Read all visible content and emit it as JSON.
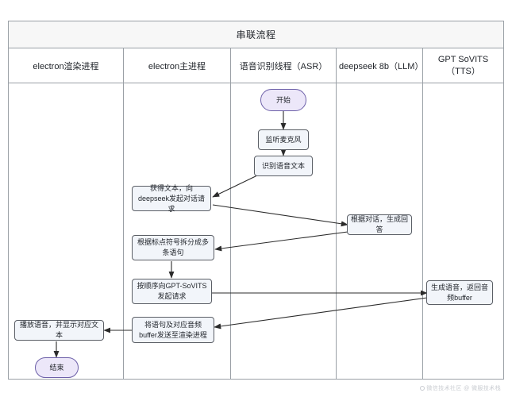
{
  "diagram": {
    "title": "串联流程",
    "lanes": [
      {
        "id": "renderer",
        "label": "electron渲染进程"
      },
      {
        "id": "main",
        "label": "electron主进程"
      },
      {
        "id": "asr",
        "label": "语音识别线程（ASR）"
      },
      {
        "id": "llm",
        "label": "deepseek 8b（LLM）"
      },
      {
        "id": "tts",
        "label": "GPT SoVITS（TTS）"
      }
    ],
    "nodes": [
      {
        "id": "start",
        "lane": "asr",
        "shape": "terminal",
        "label": "开始"
      },
      {
        "id": "listen_mic",
        "lane": "asr",
        "shape": "process",
        "label": "监听麦克风"
      },
      {
        "id": "recognize",
        "lane": "asr",
        "shape": "process",
        "label": "识别语音文本"
      },
      {
        "id": "get_text",
        "lane": "main",
        "shape": "process",
        "label": "获得文本，向deepseek发起对话请求"
      },
      {
        "id": "llm_answer",
        "lane": "llm",
        "shape": "process",
        "label": "根据对话，生成回答"
      },
      {
        "id": "split_punct",
        "lane": "main",
        "shape": "process",
        "label": "根据标点符号拆分成多条语句"
      },
      {
        "id": "req_sovits",
        "lane": "main",
        "shape": "process",
        "label": "按顺序向GPT-SoVITS发起请求"
      },
      {
        "id": "tts_buffer",
        "lane": "tts",
        "shape": "process",
        "label": "生成语音，返回音频buffer"
      },
      {
        "id": "send_render",
        "lane": "main",
        "shape": "process",
        "label": "将语句及对应音频buffer发送至渲染进程"
      },
      {
        "id": "play_audio",
        "lane": "renderer",
        "shape": "process",
        "label": "播放语音，并显示对应文本"
      },
      {
        "id": "end",
        "lane": "renderer",
        "shape": "terminal",
        "label": "结束"
      }
    ],
    "edges": [
      {
        "from": "start",
        "to": "listen_mic"
      },
      {
        "from": "listen_mic",
        "to": "recognize"
      },
      {
        "from": "recognize",
        "to": "get_text"
      },
      {
        "from": "get_text",
        "to": "llm_answer"
      },
      {
        "from": "llm_answer",
        "to": "split_punct"
      },
      {
        "from": "split_punct",
        "to": "req_sovits"
      },
      {
        "from": "req_sovits",
        "to": "tts_buffer"
      },
      {
        "from": "tts_buffer",
        "to": "send_render"
      },
      {
        "from": "send_render",
        "to": "play_audio"
      },
      {
        "from": "play_audio",
        "to": "end"
      }
    ],
    "colors": {
      "terminal_fill": "#ece7f9",
      "terminal_stroke": "#6c5fa8",
      "process_fill": "#f2f5fa",
      "process_stroke": "#5b5f66",
      "frame_stroke": "#9aa0a6",
      "title_band_fill": "#f7f7f7",
      "edge_stroke": "#2b2b2b",
      "canvas": "#ffffff"
    }
  },
  "watermark": {
    "text": "微信技术社区 @ 微服技术栈"
  }
}
